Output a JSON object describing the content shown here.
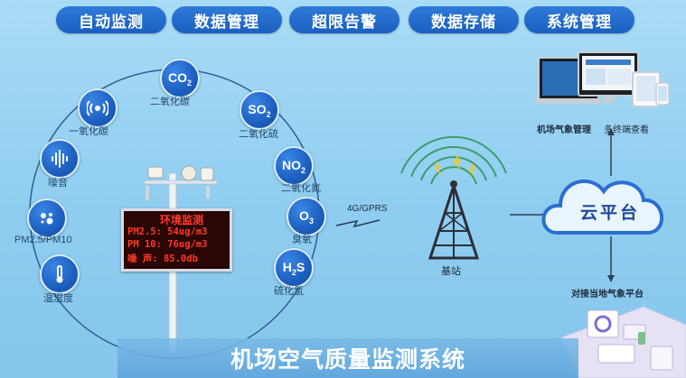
{
  "tabs": [
    "自动监测",
    "数据管理",
    "超限告警",
    "数据存储",
    "系统管理"
  ],
  "sensors": [
    {
      "symbol": "CO",
      "sub": "2",
      "label": "二氧化碳"
    },
    {
      "symbol": "SO",
      "sub": "2",
      "label": "二氧化硫"
    },
    {
      "symbol": "NO",
      "sub": "2",
      "label": "二氧化氮"
    },
    {
      "symbol": "O",
      "sub": "3",
      "label": "臭氧"
    },
    {
      "symbol": "H",
      "sub": "2",
      "tail": "S",
      "label": "硫化氢"
    },
    {
      "label": "一氧化碳",
      "icon": "wireless-signal-icon"
    },
    {
      "label": "噪音",
      "icon": "sound-wave-icon"
    },
    {
      "label": "PM2.5/PM10",
      "icon": "particles-icon"
    },
    {
      "label": "温湿度",
      "icon": "thermometer-icon"
    }
  ],
  "led": {
    "title": "环境监测",
    "rows": [
      "PM2.5:  54ug/m3",
      "PM 10:  76ug/m3",
      "噪 声:  85.0db"
    ]
  },
  "network": "4G/GPRS",
  "tower_label": "基站",
  "cloud_label": "云平台",
  "airport_mgmt": "机场气象管理",
  "multi_terminal": "多终端查看",
  "local_platform": "对接当地气象平台",
  "title": "机场空气质量监测系统",
  "colors": {
    "accent": "#1c5fbf",
    "led_text": "#ff3a2a",
    "background": "#a9dcf6"
  }
}
